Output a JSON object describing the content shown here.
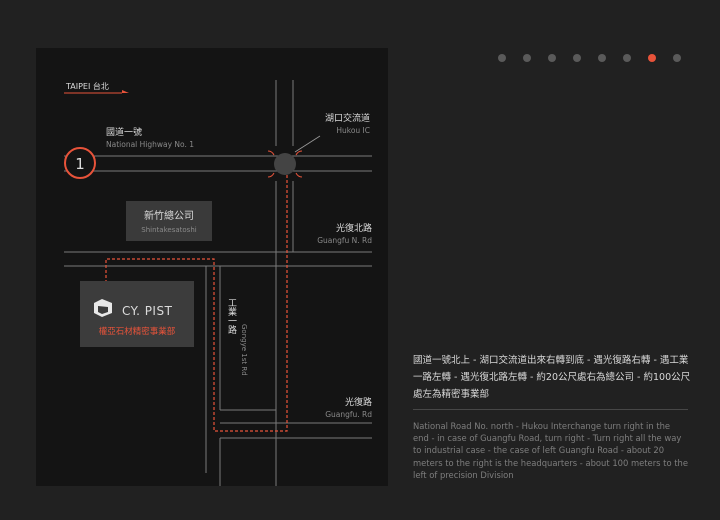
{
  "pagination": {
    "count": 8,
    "active_index": 6
  },
  "map": {
    "direction_label": "TAIPEI  台北",
    "route_number": "1",
    "highway": {
      "zh": "國道一號",
      "en": "National Highway No. 1"
    },
    "interchange": {
      "zh": "湖口交流道",
      "en": "Hukou IC"
    },
    "headquarters": {
      "zh": "新竹總公司",
      "en": "Shintakesatoshi"
    },
    "guangfu_north": {
      "zh": "光復北路",
      "en": "Guangfu N. Rd"
    },
    "gongye_road": {
      "zh": "工業一路",
      "en": "Gongye 1st Rd"
    },
    "guangfu_road": {
      "zh": "光復路",
      "en": "Guangfu. Rd"
    },
    "precision_division": {
      "logo_text": "CY. PIST",
      "name_zh": "權亞石材精密事業部"
    }
  },
  "directions": {
    "zh": "國道一號北上 - 湖口交流道出來右轉到底 - 遇光復路右轉 - 遇工業一路左轉 - 遇光復北路左轉 - 約20公尺處右為總公司 - 約100公尺處左為精密事業部",
    "en": "National Road No. north - Hukou Interchange turn right in the end - in case of Guangfu Road, turn right - Turn right all the way to industrial case - the case of left Guangfu Road - about 20 meters to the right is the headquarters - about 100 meters to the left of precision Division"
  },
  "colors": {
    "accent": "#e8533a",
    "road": "#7a7a7a",
    "panel": "#141414"
  }
}
